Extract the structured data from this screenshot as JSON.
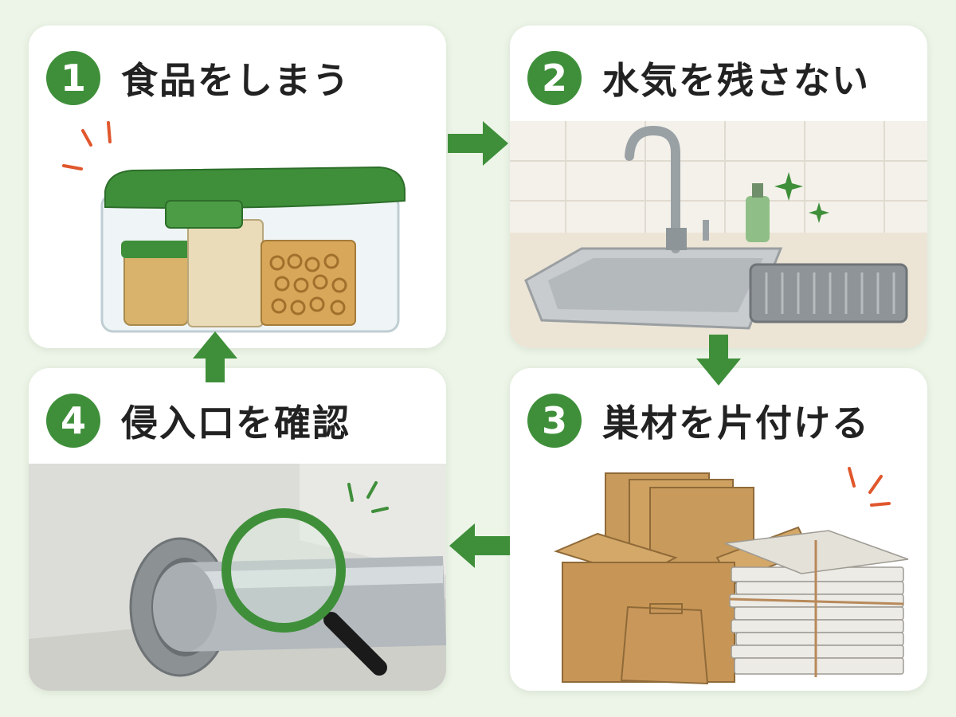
{
  "steps": [
    {
      "number": "1",
      "title": "食品をしまう",
      "illustration_icon": "food-storage-container-icon"
    },
    {
      "number": "2",
      "title": "水気を残さない",
      "illustration_icon": "kitchen-sink-icon"
    },
    {
      "number": "3",
      "title": "巣材を片付ける",
      "illustration_icon": "cardboard-paper-pile-icon"
    },
    {
      "number": "4",
      "title": "侵入口を確認",
      "illustration_icon": "magnifier-pipe-gap-icon"
    }
  ],
  "colors": {
    "accent_green": "#3f8f3a",
    "background": "#edf5e8",
    "card": "#ffffff",
    "alert_orange": "#e0572c"
  }
}
